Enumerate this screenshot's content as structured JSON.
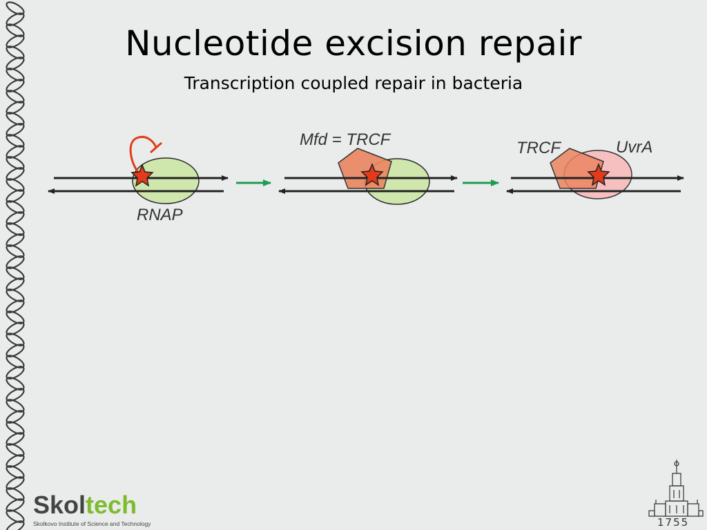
{
  "slide": {
    "title": "Nucleotide excision repair",
    "subtitle": "Transcription coupled repair in bacteria"
  },
  "diagram": {
    "panel1": {
      "label": "RNAP"
    },
    "panel2": {
      "label": "Mfd = TRCF"
    },
    "panel3": {
      "label_left": "TRCF",
      "label_right": "UvrA"
    }
  },
  "colors": {
    "rnap_fill": "#cfe6ad",
    "trcf_fill": "#ea8560",
    "uvra_fill": "#f7c0c0",
    "lesion_star": "#e23a1a",
    "step_arrow": "#1e9b55",
    "dna": "#222222"
  },
  "footer": {
    "logo_part1": "Skol",
    "logo_part2": "tech",
    "logo_tagline": "Skolkovo Institute of Science and Technology",
    "emblem_year": "1755"
  },
  "icons": {
    "side_border": "chain-border-icon",
    "emblem": "university-building-icon"
  }
}
